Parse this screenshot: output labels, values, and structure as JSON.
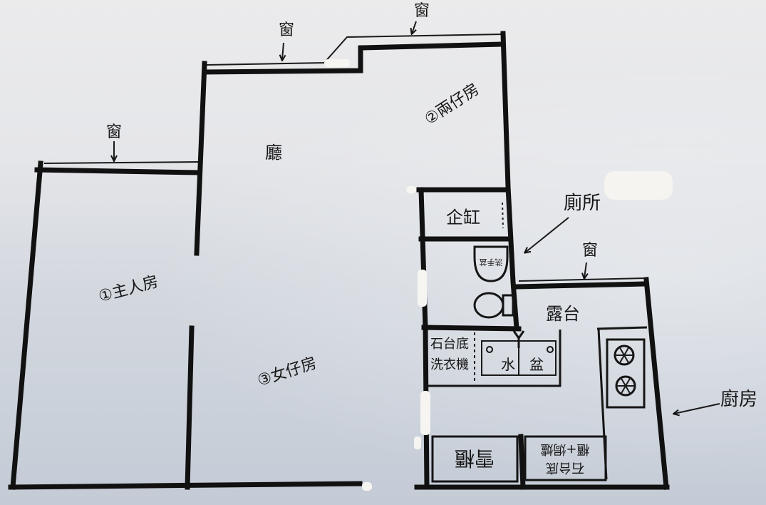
{
  "windows": [
    {
      "label": "窗"
    },
    {
      "label": "窗"
    },
    {
      "label": "窗"
    },
    {
      "label": "窗"
    }
  ],
  "rooms": {
    "master_bedroom": "①主人房",
    "living_room": "廳",
    "boys_room": "②兩仔房",
    "girls_room": "③女仔房",
    "shower": "企缸",
    "balcony": "露台"
  },
  "callouts": {
    "toilet": "廁所",
    "kitchen": "廚房"
  },
  "fixtures": {
    "washer_line1": "石台底",
    "washer_line2": "洗衣機",
    "sink_left": "水",
    "sink_right": "盆",
    "basin": "洗手盆",
    "fridge": "雪櫃",
    "oven_line1": "石台底",
    "oven_line2": "櫃+焗爐"
  }
}
